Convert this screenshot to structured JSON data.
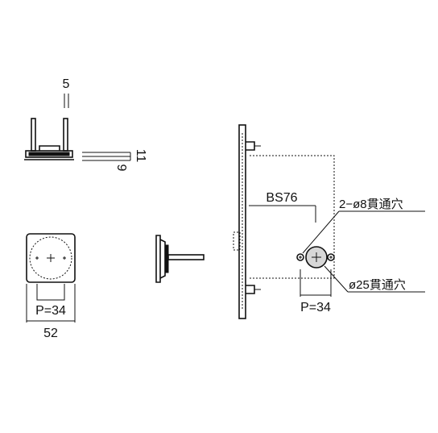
{
  "side_view": {
    "dim_top": "5",
    "dim_right_9": "9",
    "dim_right_11": "11"
  },
  "front_view": {
    "dim_pitch": "P=34",
    "dim_width": "52"
  },
  "door_view": {
    "backset": "BS76",
    "hole_small": "2−ø8貫通穴",
    "hole_large": "ø25貫通穴",
    "dim_pitch": "P=34"
  }
}
